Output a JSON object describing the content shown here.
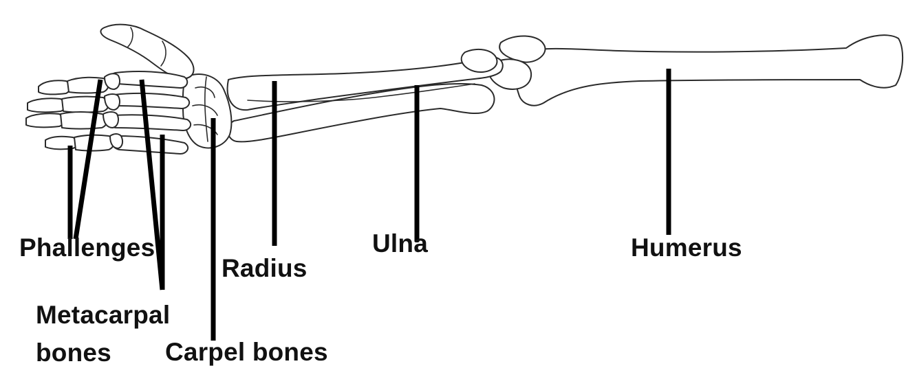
{
  "labels": {
    "phalanges": "Phallenges",
    "metacarpal_line1": "Metacarpal",
    "metacarpal_line2": "bones",
    "carpal": "Carpel bones",
    "radius": "Radius",
    "ulna": "Ulna",
    "humerus": "Humerus"
  },
  "colors": {
    "background": "#ffffff",
    "bone_outline": "#2a2a2a",
    "leader_lines": "#000000",
    "label_text": "#111111"
  }
}
